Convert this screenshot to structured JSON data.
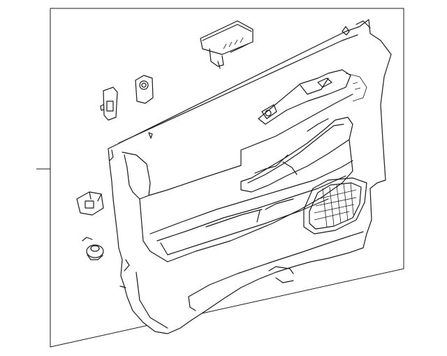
{
  "diagram": {
    "line_color": "#1a1a1a",
    "background": "#ffffff",
    "parts": [
      "door-trim-panel",
      "window-switch-bezel",
      "trim-clip",
      "trim-grommet",
      "retainer-clip",
      "push-pin-fastener",
      "speaker-grille",
      "armrest-pull-handle",
      "door-handle-bezel",
      "map-pocket"
    ]
  }
}
